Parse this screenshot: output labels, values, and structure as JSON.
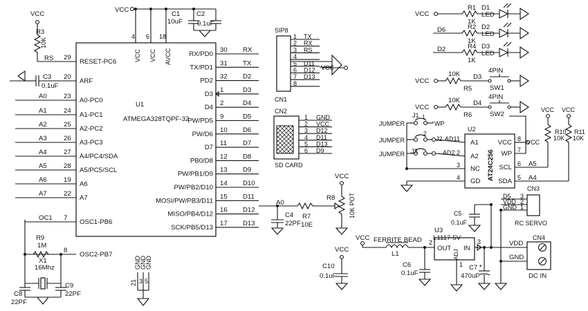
{
  "title": "ATmega328 Board Schematic",
  "mcu": {
    "ref": "U1",
    "part": "ATMEGA328TQPF-32",
    "power_pins": [
      {
        "name": "VCC",
        "num": "4"
      },
      {
        "name": "VCC",
        "num": "6"
      },
      {
        "name": "AVCC",
        "num": "18"
      }
    ],
    "gnd_pins": [
      {
        "name": "GND",
        "num": "21"
      },
      {
        "name": "GND",
        "num": "3"
      },
      {
        "name": "GND",
        "num": "5"
      }
    ],
    "left_pins": [
      {
        "name": "RESET-PC6",
        "num": "29",
        "net": "RS"
      },
      {
        "name": "ARF",
        "num": "20",
        "net": ""
      },
      {
        "name": "A0-PC0",
        "num": "23",
        "net": "A0"
      },
      {
        "name": "A1-PC1",
        "num": "24",
        "net": "A1"
      },
      {
        "name": "A2-PC2",
        "num": "25",
        "net": "A2"
      },
      {
        "name": "A3-PC3",
        "num": "26",
        "net": "A3"
      },
      {
        "name": "A4/PC4/SDA",
        "num": "27",
        "net": "A4"
      },
      {
        "name": "A5/PC5/SCL",
        "num": "28",
        "net": "A5"
      },
      {
        "name": "A6",
        "num": "19",
        "net": "A6"
      },
      {
        "name": "A7",
        "num": "22",
        "net": "A7"
      },
      {
        "name": "OSC1-PB6",
        "num": "7",
        "net": "OC1"
      },
      {
        "name": "OSC2-PB7",
        "num": "8",
        "net": ""
      }
    ],
    "right_pins": [
      {
        "name": "RX/PD0",
        "num": "30",
        "net": "RX"
      },
      {
        "name": "TX/PD1",
        "num": "31",
        "net": "TX"
      },
      {
        "name": "PD2",
        "num": "32",
        "net": "D2"
      },
      {
        "name": "D3",
        "num": "1",
        "net": "D3"
      },
      {
        "name": "D4",
        "num": "2",
        "net": "D4"
      },
      {
        "name": "PW/PD5",
        "num": "9",
        "net": "D5"
      },
      {
        "name": "PW/D6",
        "num": "10",
        "net": "D6"
      },
      {
        "name": "D7",
        "num": "11",
        "net": "D7"
      },
      {
        "name": "PB0/D8",
        "num": "12",
        "net": "D8"
      },
      {
        "name": "PW/PB1/D9",
        "num": "13",
        "net": "D9"
      },
      {
        "name": "PW/PB2/D10",
        "num": "14",
        "net": "D10"
      },
      {
        "name": "MOSI/PW/PB3/D11",
        "num": "15",
        "net": "D11"
      },
      {
        "name": "MISO/PB4/D12",
        "num": "16",
        "net": "D12"
      },
      {
        "name": "SCK/PB5/D13",
        "num": "17",
        "net": "D13"
      }
    ]
  },
  "power": {
    "vcc": "VCC",
    "c1": {
      "ref": "C1",
      "value": "10uF"
    },
    "c2": {
      "ref": "C2",
      "value": "0.1uF"
    },
    "c3": {
      "ref": "C3",
      "value": "0.1uF"
    }
  },
  "reset": {
    "vcc": "VCC",
    "ref": "R3",
    "value": "10K",
    "net": "RS"
  },
  "crystal": {
    "r9": {
      "ref": "R9",
      "value": "1M"
    },
    "x1": {
      "ref": "X1",
      "value": "16Mhz"
    },
    "c8": {
      "ref": "C8",
      "value": "22PF"
    },
    "c9": {
      "ref": "C9",
      "value": "22PF"
    }
  },
  "sip8": {
    "ref": "SIP8",
    "name": "CN1",
    "vcc": "VCC",
    "pins": [
      {
        "num": "1",
        "net": "TX"
      },
      {
        "num": "2",
        "net": "RX"
      },
      {
        "num": "3",
        "net": "RS"
      },
      {
        "num": "4",
        "net": ""
      },
      {
        "num": "5",
        "net": "D11"
      },
      {
        "num": "6",
        "net": "D12"
      },
      {
        "num": "7",
        "net": "D13"
      },
      {
        "num": "8",
        "net": ""
      }
    ]
  },
  "sdcard": {
    "ref": "CN2",
    "label": "SD CARD",
    "pins": [
      {
        "num": "1",
        "net": "GND"
      },
      {
        "num": "2",
        "net": "VCC"
      },
      {
        "num": "3",
        "net": "D12"
      },
      {
        "num": "4",
        "net": "D11"
      },
      {
        "num": "5",
        "net": "D13"
      },
      {
        "num": "6",
        "net": "D9"
      }
    ]
  },
  "pot": {
    "vcc": "VCC",
    "ref": "R8",
    "value": "10K POT",
    "net": "A0",
    "r7": {
      "ref": "R7",
      "value": "10E"
    },
    "c4": {
      "ref": "C4",
      "value": "22PF"
    }
  },
  "c10": {
    "vcc": "VCC",
    "ref": "C10",
    "value": "0.1uF"
  },
  "leds": [
    {
      "vcc": "VCC",
      "res_ref": "R1",
      "res_value": "1K",
      "net": "",
      "ref": "D1",
      "type": "LED"
    },
    {
      "vcc": "",
      "res_ref": "R2",
      "res_value": "1K",
      "net": "D6",
      "ref": "D2",
      "type": "LED"
    },
    {
      "vcc": "",
      "res_ref": "R4",
      "res_value": "1K",
      "net": "D2",
      "ref": "D3",
      "type": "LED"
    }
  ],
  "switches": [
    {
      "vcc": "VCC",
      "res_value": "10K",
      "res_ref": "R5",
      "net": "D3",
      "label": "4PIN",
      "ref": "SW1"
    },
    {
      "vcc": "VCC",
      "res_value": "10K",
      "res_ref": "R6",
      "net": "D4",
      "label": "4PIN",
      "ref": "SW2"
    }
  ],
  "eeprom": {
    "ref": "U2",
    "part": "AT24C256",
    "vcc": "VCC",
    "left_pins": [
      {
        "num": "1",
        "name": "A1"
      },
      {
        "num": "2",
        "name": "A2"
      },
      {
        "num": "3",
        "name": "NC"
      },
      {
        "num": "4",
        "name": "GD"
      }
    ],
    "right_pins": [
      {
        "num": "8",
        "name": "VCC",
        "net": ""
      },
      {
        "num": "7",
        "name": "WP",
        "net": ""
      },
      {
        "num": "6",
        "name": "SCL",
        "net": "A5"
      },
      {
        "num": "5",
        "name": "SDA",
        "net": "A4"
      }
    ],
    "jumpers": [
      {
        "label": "JUMPER",
        "ref": "J1",
        "pins": "WP"
      },
      {
        "label": "JUMPER",
        "ref": "J2",
        "pins": "AD1"
      },
      {
        "label": "JUMPER",
        "ref": "J3",
        "pins": "AD2"
      }
    ],
    "pin_numbers": [
      "1",
      "2",
      "1",
      "2",
      "1",
      "2"
    ],
    "r10": {
      "vcc": "VCC",
      "ref": "R10",
      "value": "10K"
    },
    "r11": {
      "vcc": "VCC",
      "ref": "R11",
      "value": "10K"
    }
  },
  "servo": {
    "ref": "CN3",
    "label": "RC SERVO",
    "pins": [
      {
        "num": "3",
        "net": "D5"
      },
      {
        "num": "2",
        "net": "VDD"
      },
      {
        "num": "1",
        "net": "GND"
      }
    ],
    "c5": {
      "ref": "C5",
      "value": "0.1uF"
    }
  },
  "regulator": {
    "vcc": "VCC",
    "bead_label": "FERRITE BEAD",
    "bead_ref": "L1",
    "ref": "U3",
    "part": "L1117-5V",
    "out": "OUT",
    "in": "IN",
    "adj": "ADJ",
    "out_num": "2",
    "in_num": "3",
    "adj_num": "1",
    "c6": {
      "ref": "C6",
      "value": "0.1uF"
    },
    "c7": {
      "ref": "C7",
      "value": "470uF",
      "plus": "+"
    }
  },
  "dcin": {
    "ref": "CN4",
    "label": "DC IN",
    "vdd": "VDD",
    "gnd": "GND"
  }
}
